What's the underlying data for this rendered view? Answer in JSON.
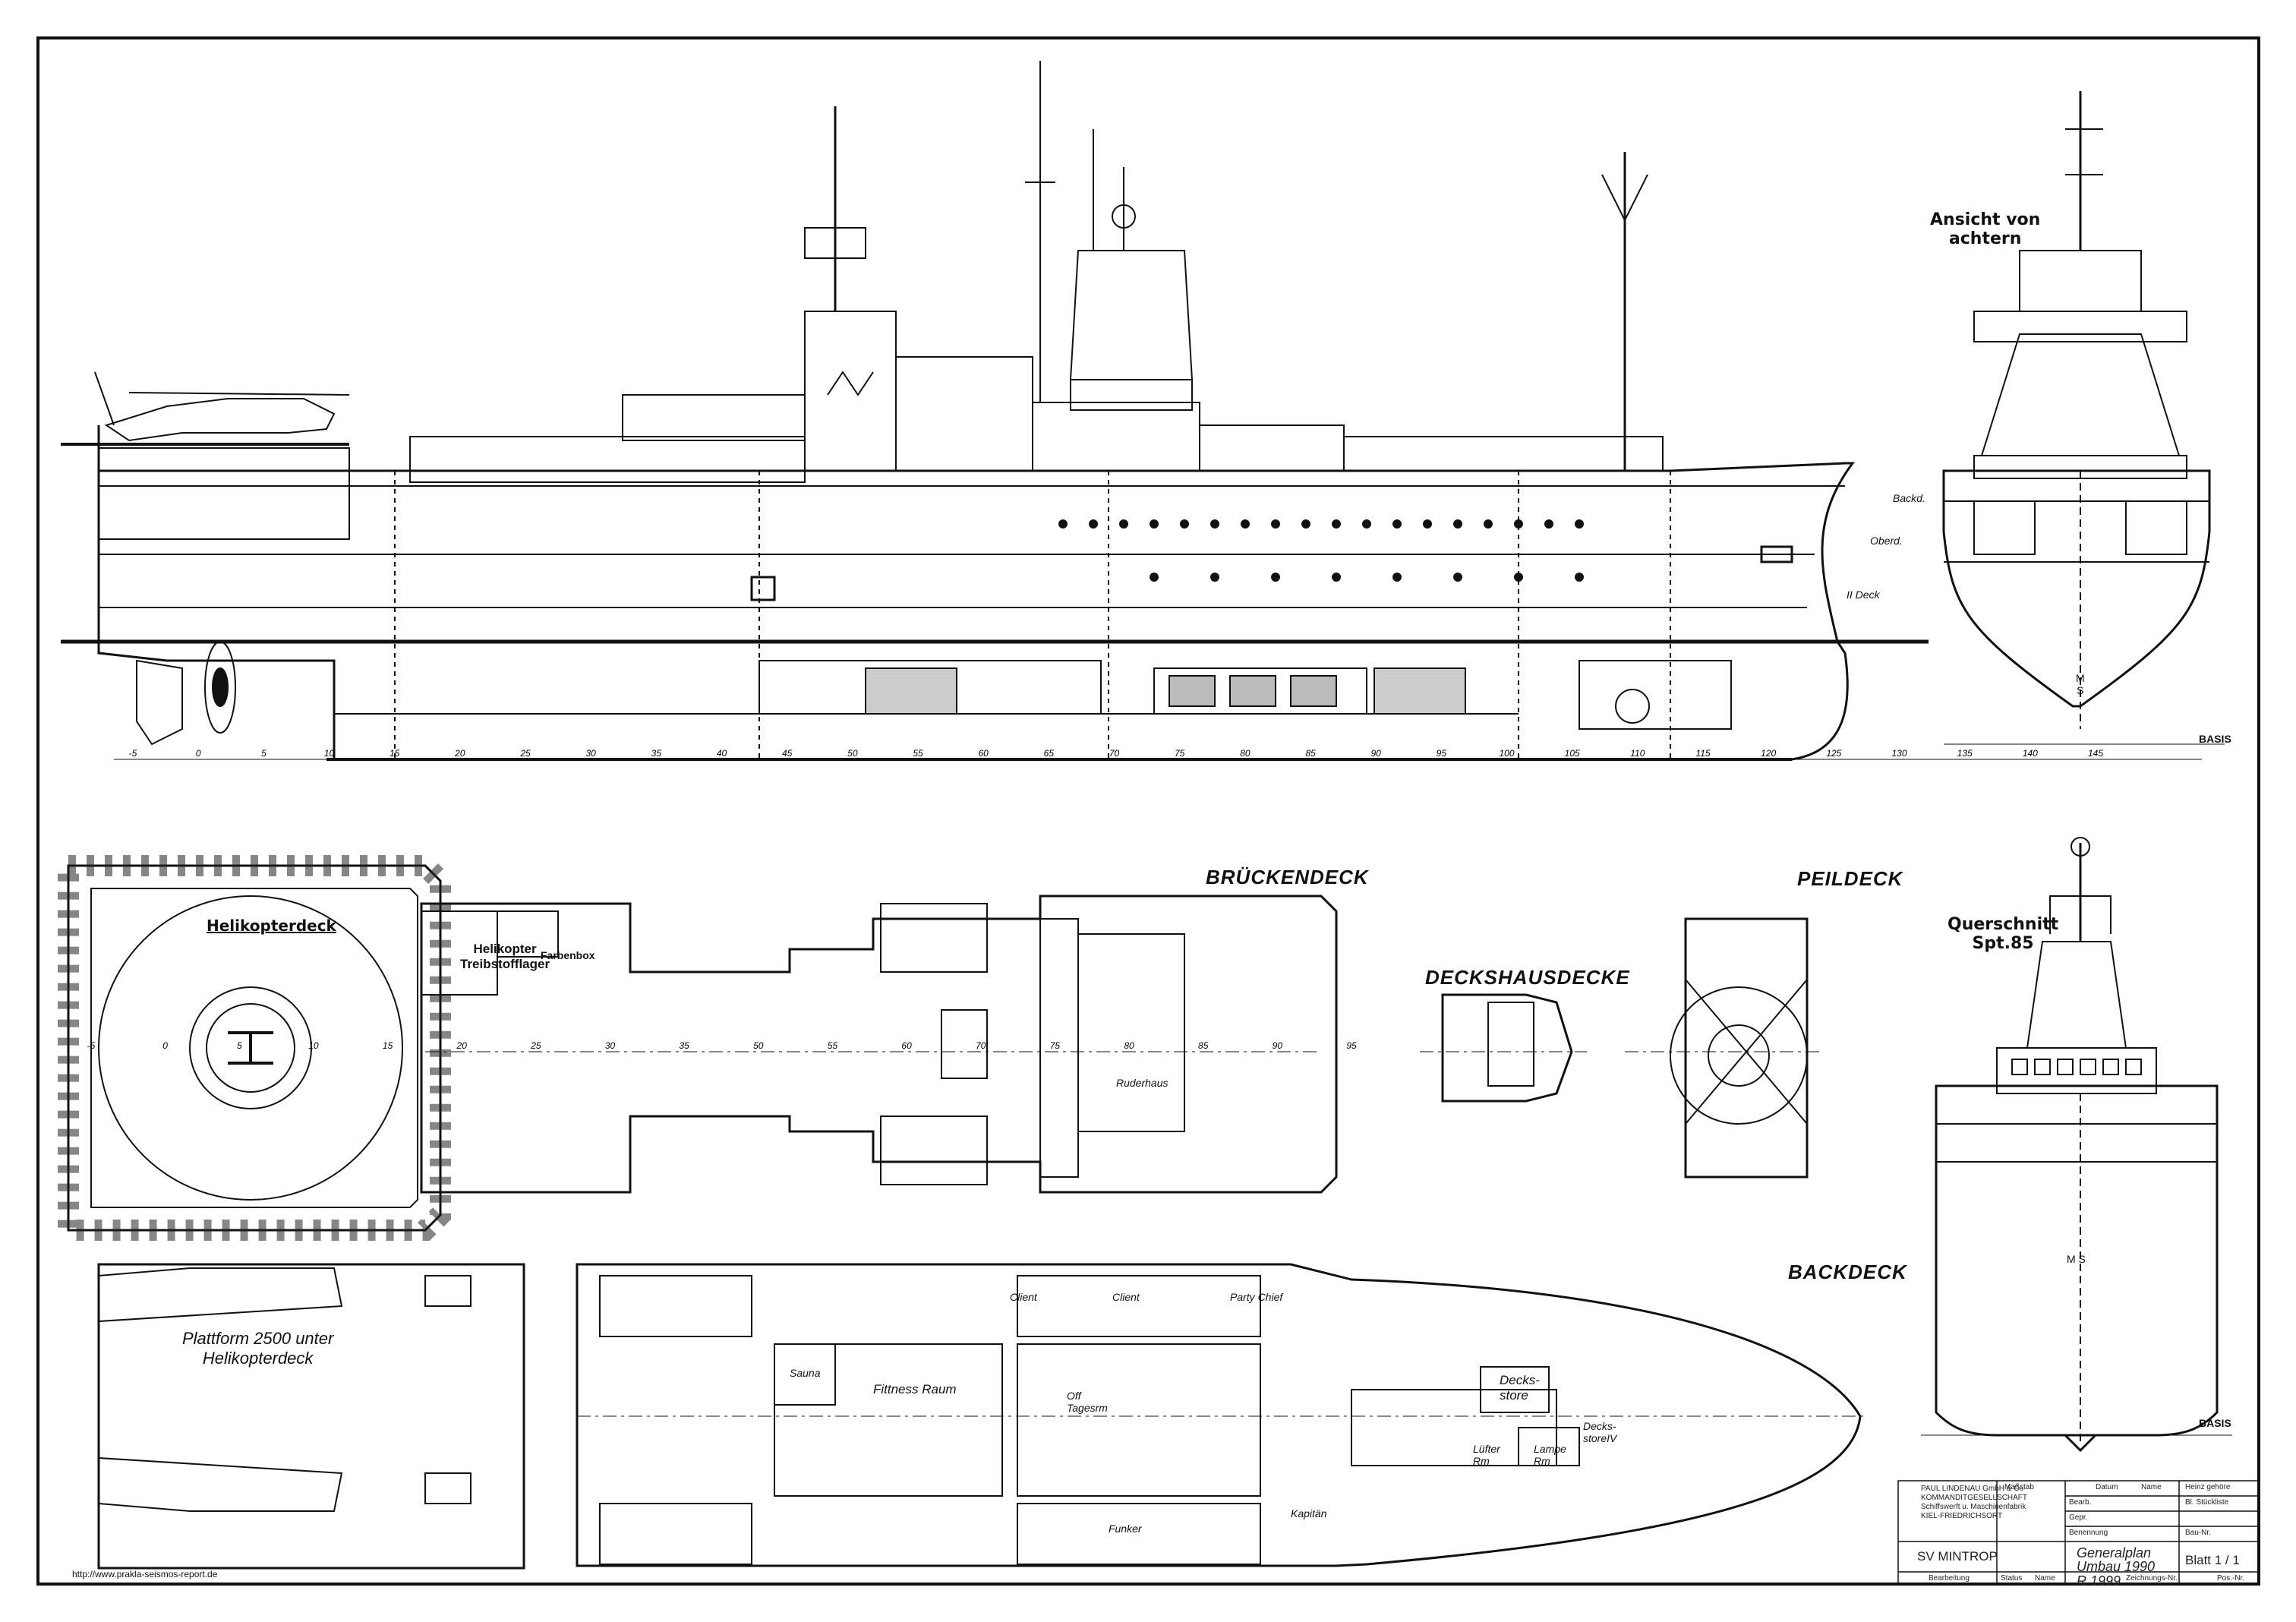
{
  "labels": {
    "view_from_aft": "Ansicht von\nachtern",
    "cross_section": "Querschnitt\nSpt.85",
    "bridge_deck": "BRÜCKENDECK",
    "wheelhouse_top": "DECKSHAUSDECKE",
    "sounding_deck": "PEILDECK",
    "forecastle_deck": "BACKDECK",
    "helideck": "Helikopterdeck",
    "heli_fuel": "Helikopter\nTreibstofflager",
    "paint_locker": "Farbenbox",
    "platform": "Plattform 2500 unter\nHelikopterdeck",
    "fitness": "Fittness Raum",
    "sauna": "Sauna",
    "deck_store": "Decks-\nstore",
    "deck_store_4": "Decks-\nstoreIV",
    "rudder_house": "Ruderhaus",
    "client_1": "Client",
    "client_2": "Client",
    "party_chief": "Party Chief",
    "off_day": "Off\nTagesrm",
    "kapitan": "Kapitän",
    "funker": "Funker",
    "lufter": "Lüfter\nRm",
    "lamp": "Lampe\nRm",
    "basis_1": "BASIS",
    "basis_2": "BASIS",
    "ms_1": "M\nS",
    "ms_2": "M S",
    "backd": "Backd.",
    "oberd": "Oberd.",
    "ii_deck": "II Deck",
    "url": "http://www.prakla-seismos-report.de"
  },
  "frames_profile": [
    "-5",
    "0",
    "5",
    "10",
    "15",
    "20",
    "25",
    "30",
    "35",
    "40",
    "45",
    "50",
    "55",
    "60",
    "65",
    "70",
    "75",
    "80",
    "85",
    "90",
    "95",
    "100",
    "105",
    "110",
    "115",
    "120",
    "125",
    "130",
    "135",
    "140",
    "145"
  ],
  "frames_bridge": [
    "-5",
    "0",
    "5",
    "10",
    "15",
    "20",
    "25",
    "30",
    "35",
    "50",
    "55",
    "60",
    "70",
    "75",
    "80",
    "85",
    "90",
    "95"
  ],
  "title_block": {
    "company": "PAUL LINDENAU GmbH & Co",
    "company2": "KOMMANDITGESELLSCHAFT",
    "company3": "Schiffswerft u. Maschinenfabrik",
    "company4": "KIEL-FRIEDRICHSORT",
    "ship": "SV MINTROP",
    "doc_type": "Generalplan",
    "doc_sub": "Umbau 1990",
    "sheet": "Blatt  1 / 1",
    "drawing_no": "R 1999",
    "hdr_massstab": "Maßstab",
    "hdr_datum": "Datum",
    "hdr_name": "Name",
    "hdr_heinz": "Heinz gehöre",
    "hdr_stueck": "Bl. Stückliste",
    "hdr_bearb": "Bearb.",
    "hdr_gepr": "Gepr.",
    "hdr_bennung": "Benennung",
    "hdr_bau": "Bau-Nr.",
    "hdr_zeich": "Zeichnungs-Nr.",
    "hdr_pos": "Pos.-Nr.",
    "hdr_bearbeitung": "Bearbeitung",
    "hdr_status": "Status",
    "hdr_name2": "Name"
  },
  "colors": {
    "ink": "#111111",
    "paper": "#ffffff",
    "hatch": "#222222"
  }
}
